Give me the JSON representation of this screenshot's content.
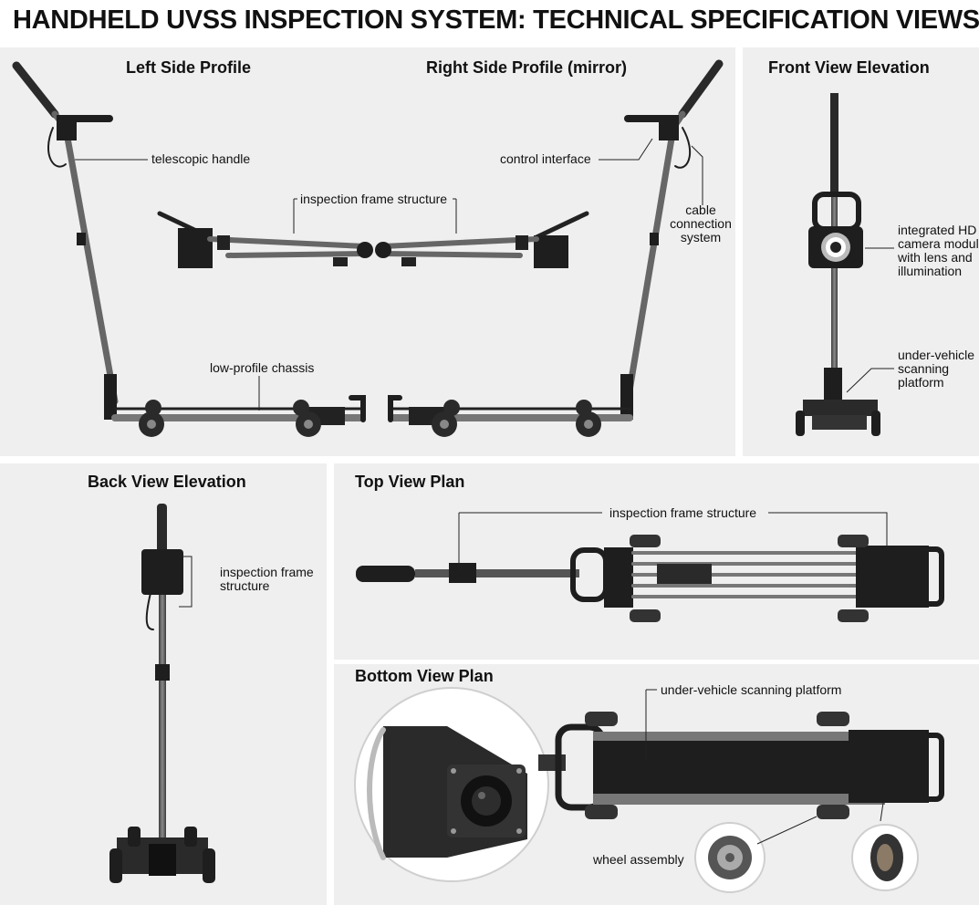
{
  "title": "HANDHELD UVSS INSPECTION SYSTEM: TECHNICAL SPECIFICATION VIEWS",
  "panels": {
    "left_side": "Left Side Profile",
    "right_side": "Right Side Profile (mirror)",
    "front": "Front View Elevation",
    "back": "Back View Elevation",
    "top": "Top View Plan",
    "bottom": "Bottom View Plan"
  },
  "labels": {
    "telescopic_handle": "telescopic handle",
    "inspection_frame_side": "inspection frame structure",
    "control_interface": "control interface",
    "cable_connection": "cable\nconnection\nsystem",
    "low_profile_chassis": "low-profile chassis",
    "camera_module": "integrated HD\ncamera modul\nwith lens and\nillumination",
    "scanning_platform_front": "under-vehicle\nscanning\nplatform",
    "inspection_frame_back": "inspection frame\nstructure",
    "inspection_frame_top": "inspection frame structure",
    "scanning_platform_bottom": "under-vehicle scanning platform",
    "wheel_assembly": "wheel assembly"
  },
  "colors": {
    "panel_bg": "#efefef",
    "metal": "#6a6a6a",
    "dark": "#1e1e1e",
    "line": "#222222"
  }
}
